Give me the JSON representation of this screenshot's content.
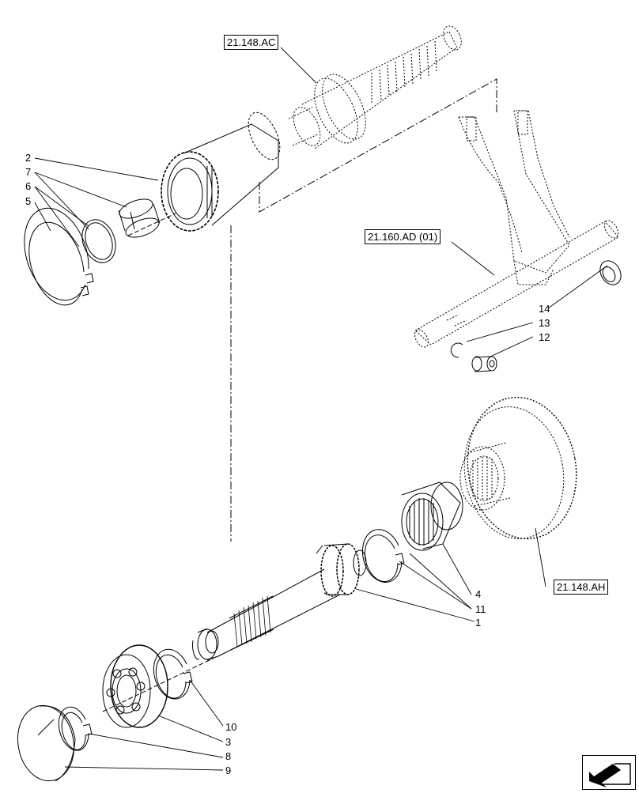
{
  "references": {
    "ref_ac": "21.148.AC",
    "ref_ad": "21.160.AD (01)",
    "ref_ah": "21.148.AH"
  },
  "callouts": [
    "1",
    "2",
    "3",
    "4",
    "5",
    "6",
    "7",
    "8",
    "9",
    "10",
    "11",
    "12",
    "13",
    "14"
  ],
  "icons": {
    "nav": "next-page-arrow-icon"
  },
  "colors": {
    "line": "#000000",
    "background": "#ffffff"
  }
}
